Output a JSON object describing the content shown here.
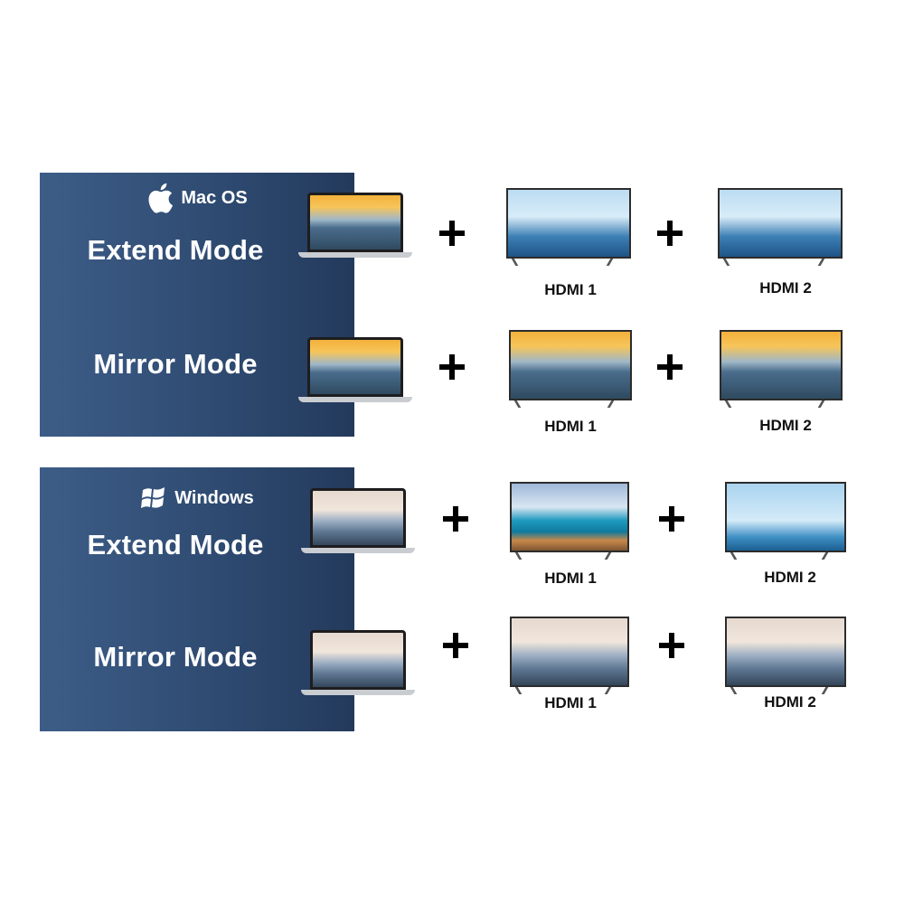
{
  "mac": {
    "os_name": "Mac OS",
    "extend_title": "Extend Mode",
    "mirror_title": "Mirror Mode",
    "extend_hdmi": [
      "HDMI 1",
      "HDMI 2"
    ],
    "mirror_hdmi": [
      "HDMI 1",
      "HDMI 2"
    ]
  },
  "windows": {
    "os_name": "Windows",
    "extend_title": "Extend Mode",
    "mirror_title": "Mirror Mode",
    "extend_hdmi": [
      "HDMI 1",
      "HDMI 2"
    ],
    "mirror_hdmi": [
      "HDMI 1",
      "HDMI 2"
    ]
  },
  "icons": {
    "mac": "apple-icon",
    "windows": "windows-icon",
    "plus": "plus-icon"
  },
  "colors": {
    "panel": "#2f4b72",
    "text_light": "#ffffff",
    "text_dark": "#111111"
  }
}
